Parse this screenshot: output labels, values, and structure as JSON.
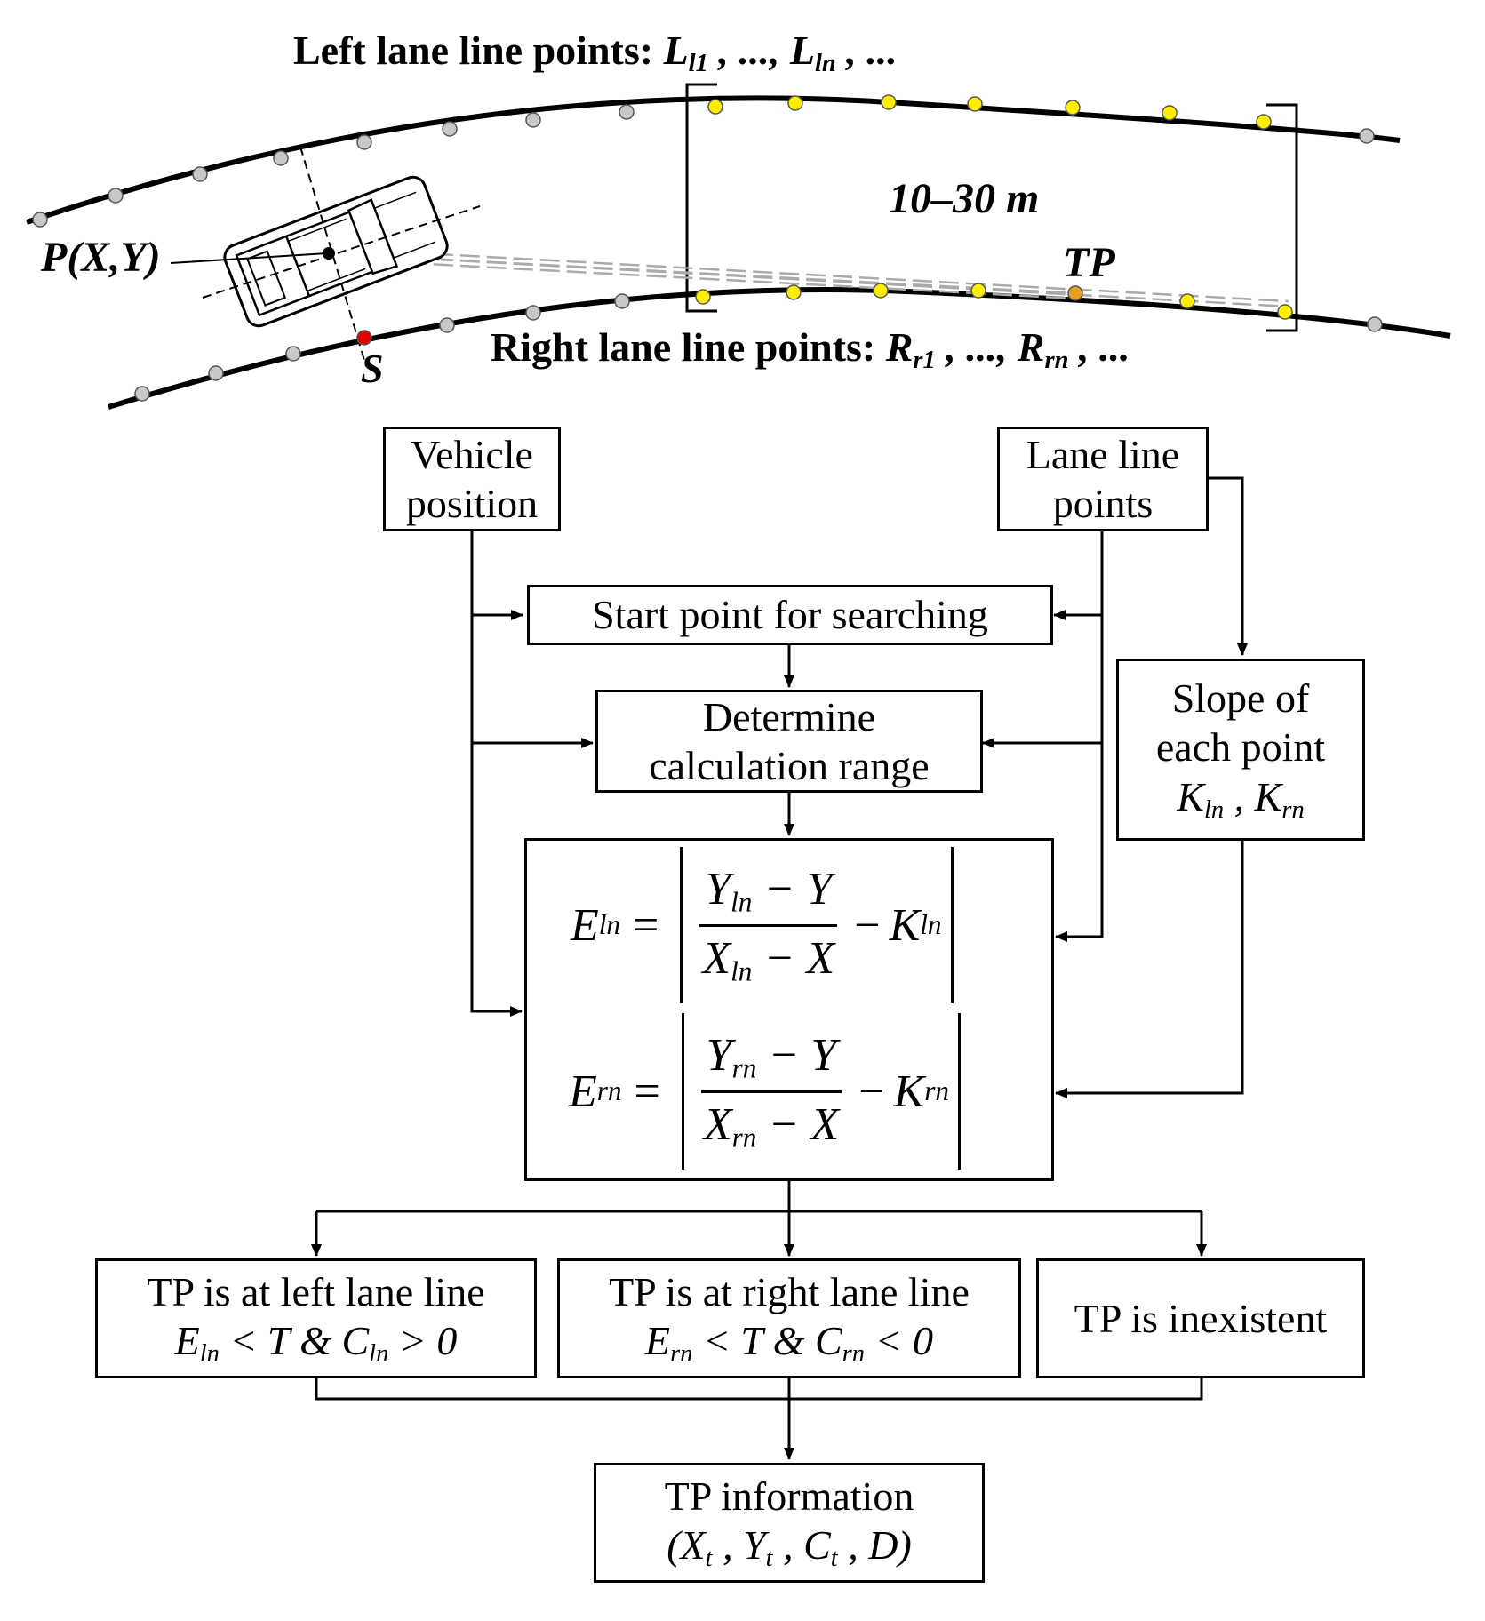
{
  "road": {
    "left_label_text": "Left lane line points: ",
    "left_label_math": "L",
    "left_label_sub1": "l1",
    "left_label_mid": " , ..., ",
    "left_label_math2": "L",
    "left_label_sub2": "ln",
    "left_label_end": " , ...",
    "right_label_text": "Right lane line points: ",
    "right_label_math": "R",
    "right_label_sub1": "r1",
    "right_label_mid": " , ..., ",
    "right_label_math2": "R",
    "right_label_sub2": "rn",
    "right_label_end": " , ...",
    "range_label": "10–30 m",
    "vehicle_label": "P(X,Y)",
    "tp_label": "TP",
    "start_label": "S",
    "colors": {
      "point_gray": "#c8c8c8",
      "point_yellow": "#ffee00",
      "point_red": "#e00000",
      "point_tp": "#e8a020"
    }
  },
  "flow": {
    "vehicle_position": [
      "Vehicle",
      "position"
    ],
    "lane_line_points": [
      "Lane line",
      "points"
    ],
    "start_point": "Start point for searching",
    "determine_range": [
      "Determine",
      "calculation range"
    ],
    "slope": [
      "Slope of",
      "each point"
    ],
    "slope_math": {
      "k1": "K",
      "k1_sub": "ln",
      "sep": " , ",
      "k2": "K",
      "k2_sub": "rn"
    },
    "equation_left": {
      "lhs": "E",
      "lhs_sub": "ln",
      "eq": "=",
      "num": "Y",
      "num_sub": "ln",
      "num_rest": " − Y",
      "den": "X",
      "den_sub": "ln",
      "den_rest": " − X",
      "minus": "−",
      "k": "K",
      "k_sub": "ln"
    },
    "equation_right": {
      "lhs": "E",
      "lhs_sub": "rn",
      "eq": "=",
      "num": "Y",
      "num_sub": "rn",
      "num_rest": " − Y",
      "den": "X",
      "den_sub": "rn",
      "den_rest": " − X",
      "minus": "−",
      "k": "K",
      "k_sub": "rn"
    },
    "tp_left": {
      "line1": "TP is at left lane line",
      "e": "E",
      "e_sub": "ln",
      "mid": " < T & ",
      "c": "C",
      "c_sub": "ln",
      "end": " > 0"
    },
    "tp_right": {
      "line1": "TP is at right lane line",
      "e": "E",
      "e_sub": "rn",
      "mid": " < T & ",
      "c": "C",
      "c_sub": "rn",
      "end": " < 0"
    },
    "tp_none": "TP is inexistent",
    "tp_info": {
      "line1": "TP information",
      "open": "(",
      "x": "X",
      "x_sub": "t",
      "s1": " , ",
      "y": "Y",
      "y_sub": "t",
      "s2": " , ",
      "c": "C",
      "c_sub": "t",
      "s3": " , ",
      "d": "D",
      "close": ")"
    }
  }
}
